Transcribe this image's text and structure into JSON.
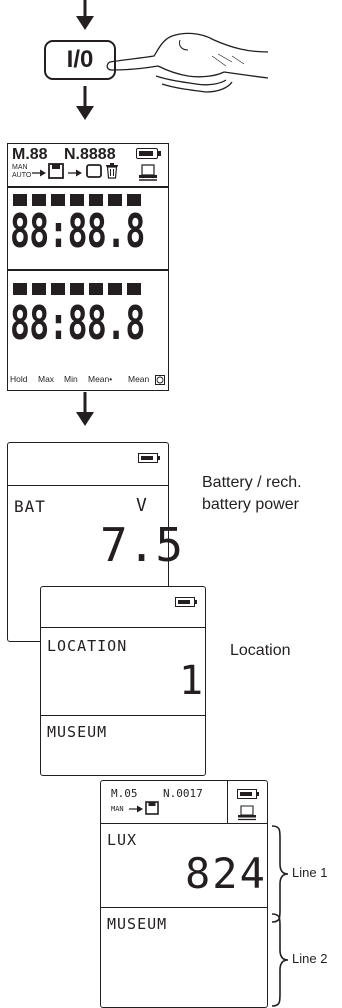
{
  "power_button": {
    "label": "I/0"
  },
  "device_display": {
    "memory_label": "M.88",
    "number_label": "N.8888",
    "mode_man": "MAN",
    "mode_auto": "AUTO",
    "big_digits_top": "88:88.8",
    "big_digits_bottom": "88:88.8",
    "footer_labels": [
      "Hold",
      "Max",
      "Min",
      "Mean•",
      "Mean"
    ]
  },
  "screen_battery": {
    "label": "BAT",
    "unit": "V",
    "value": "7.5",
    "caption_line1": "Battery / rech.",
    "caption_line2": "battery power"
  },
  "screen_location": {
    "label": "LOCATION",
    "value": "1",
    "name": "MUSEUM",
    "caption": "Location"
  },
  "screen_lux": {
    "memory_label": "M.05",
    "number_label": "N.0017",
    "mode_man": "MAN",
    "label": "LUX",
    "value": "824",
    "name": "MUSEUM",
    "caption_line1": "Line 1",
    "caption_line2": "Line 2"
  }
}
